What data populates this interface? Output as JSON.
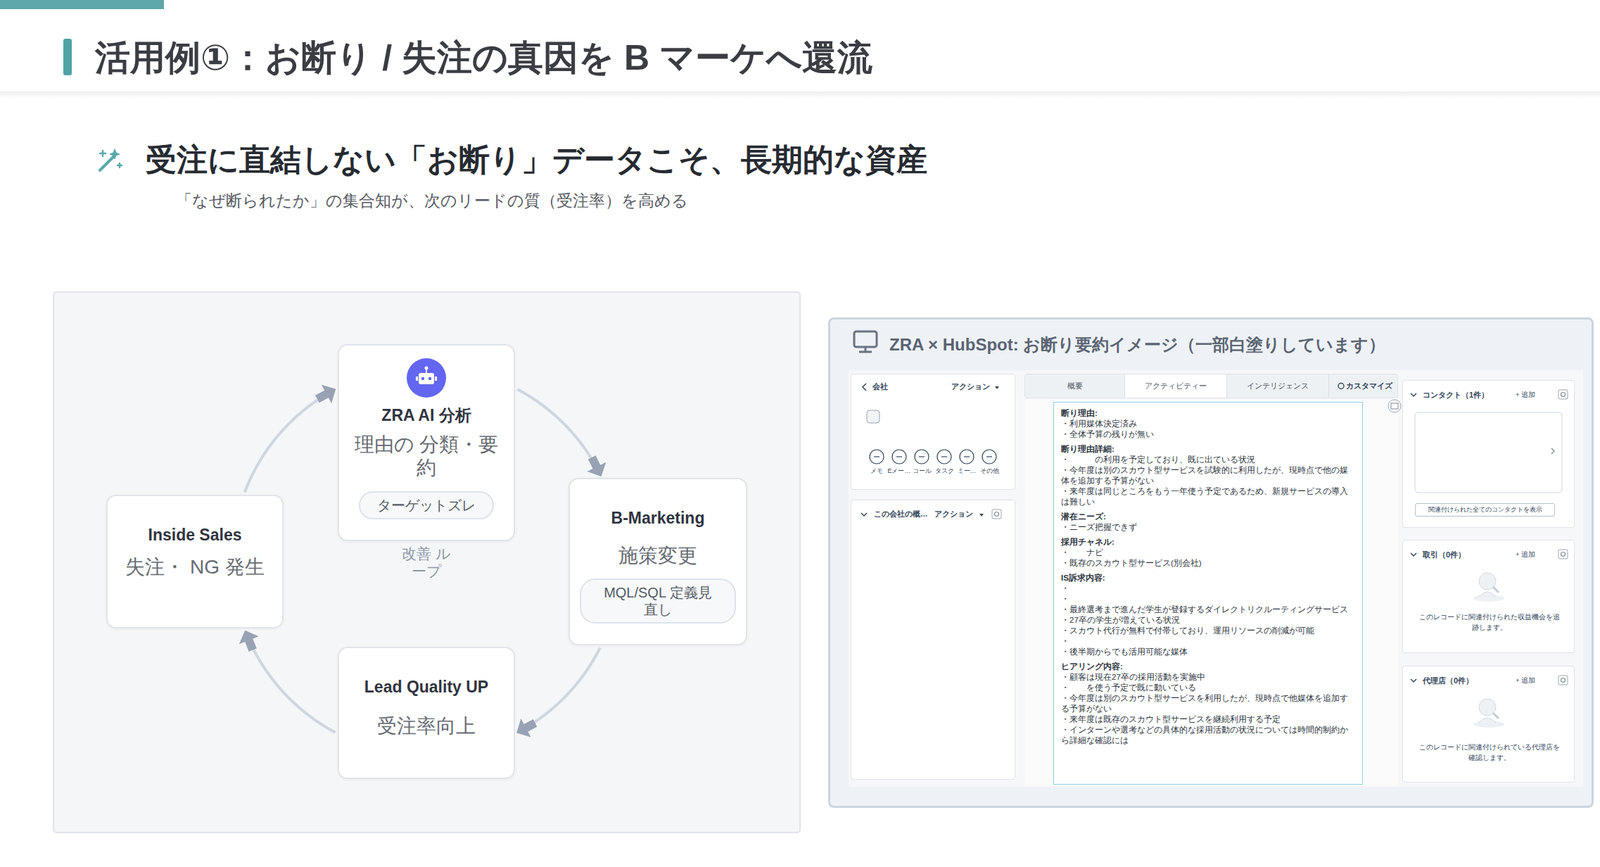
{
  "diagram": {
    "title": "活用例①：お断り / 失注の真因を B マーケへ還流",
    "nodes": [
      {
        "text": [
          "ZRA AI 分析",
          "理由の 分類・要約"
        ]
      },
      {
        "text": [
          "ターゲットズレ"
        ],
        "in": 0
      },
      {
        "text": [
          "Inside Sales",
          "失注・ NG 発生"
        ]
      },
      {
        "text": [
          "B-Marketing",
          "施策変更"
        ]
      },
      {
        "text": [
          "MQL/SQL 定義見直し"
        ],
        "in": 3
      },
      {
        "text": [
          "Lead Quality UP",
          "受注率向上"
        ]
      },
      {
        "text": [
          "ZRA × HubSpot: お断り要約イメージ（一部白塗りしています）"
        ]
      },
      {
        "text": [
          "会社",
          "アクション",
          "メモ",
          "Eメー…",
          "コール",
          "タスク",
          "ミー…",
          "その他"
        ],
        "in": 6
      },
      {
        "text": [
          "この会社の概…",
          "アクション"
        ],
        "in": 6
      },
      {
        "text": [
          "概要",
          "アクティビティー",
          "インテリジェンス",
          "カスタマイズ"
        ],
        "in": 6
      },
      {
        "text": [
          "断り理由:",
          "・利用媒体決定済み",
          "・全体予算の残りが無い",
          "断り理由詳細:",
          "・　　　の利用を予定しており、既に出ている状況",
          "・今年度は別のスカウト型サービスを試験的に利用したが、現時点で他の媒体を追加する予算がない",
          "・来年度は同じところをもう一年使う予定であるため、新規サービスの導入は難しい",
          "潜在ニーズ:",
          "・ニーズ把握できず",
          "採用チャネル:",
          "・　　ナビ",
          "・既存のスカウト型サービス(別会社)",
          "IS訴求内容:",
          "・",
          "・",
          "・最終選考まで進んだ学生が登録するダイレクトリクルーティングサービス",
          "・27卒の学生が増えている状況",
          "・スカウト代行が無料で付帯しており、運用リソースの削減が可能",
          "・",
          "・後半期からでも活用可能な媒体",
          "ヒアリング内容:",
          "・顧客は現在27卒の採用活動を実施中",
          "・　　を使う予定で既に動いている",
          "・今年度は別のスカウト型サービスを利用したが、現時点で他媒体を追加する予算がない",
          "・来年度は既存のスカウト型サービスを継続利用する予定",
          "・インターンや選考などの具体的な採用活動の状況については時間的制約から詳細な確認には"
        ],
        "in": 6
      },
      {
        "text": [
          "コンタクト（1件）",
          "+ 追加"
        ],
        "in": 6
      },
      {
        "text": [
          "関連付けられた全てのコンタクトを表示"
        ],
        "in": 11
      },
      {
        "text": [
          "取引（0件）",
          "+ 追加",
          "このレコードに関連付けられた収益機会を追跡します。"
        ],
        "in": 6
      },
      {
        "text": [
          "代理店（0件）",
          "+ 追加",
          "このレコードに関連付けられている代理店を確認します。"
        ],
        "in": 6
      }
    ],
    "edges": [
      {
        "from": 0,
        "to": 3,
        "arrow": "to"
      },
      {
        "from": 3,
        "to": 5,
        "arrow": "to"
      },
      {
        "from": 5,
        "to": 2,
        "arrow": "to"
      },
      {
        "from": 2,
        "to": 0,
        "arrow": "to"
      }
    ],
    "labels": [
      "受注に直結しない「お断り」データこそ、長期的な資産",
      "「なぜ断られたか」の集合知が、次のリードの質（受注率）を高める",
      "改善 ループ"
    ]
  }
}
